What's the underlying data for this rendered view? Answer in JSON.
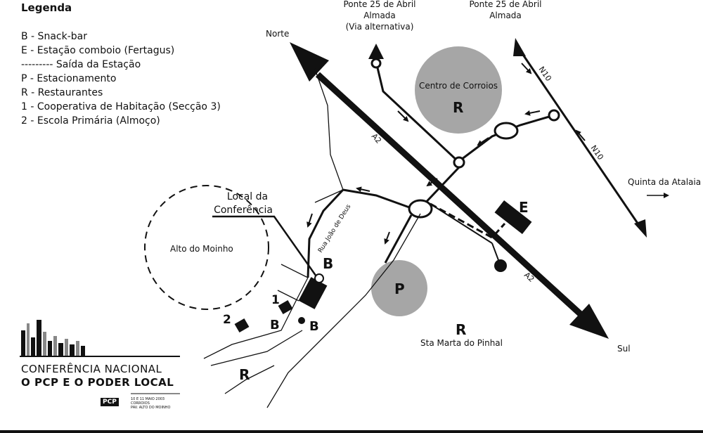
{
  "legend": {
    "title": "Legenda",
    "items": [
      "B - Snack-bar",
      "E - Estação comboio (Fertagus)",
      "--------- Saída da Estação",
      "P - Estacionamento",
      "R - Restaurantes",
      "1 - Cooperativa de Habitação (Secção 3)",
      "2 - Escola Primária (Almoço)"
    ]
  },
  "labels": {
    "norte": "Norte",
    "sul": "Sul",
    "ponte1_l1": "Ponte 25 de Abril",
    "ponte1_l2": "Almada",
    "ponte1_l3": "(Via alternativa)",
    "ponte2_l1": "Ponte 25 de Abril",
    "ponte2_l2": "Almada",
    "centro": "Centro de Corroios",
    "quinta": "Quinta da Atalaia",
    "local_l1": "Local da",
    "local_l2": "Conferência",
    "alto": "Alto do Moinho",
    "rua": "Rua João de Deus",
    "sta_marta": "Sta Marta do Pinhal",
    "a2_upper": "A2",
    "a2_lower": "A2",
    "n10_upper": "N10",
    "n10_lower": "N10"
  },
  "markers": {
    "r": "R",
    "p": "P",
    "e": "E",
    "b": "B",
    "one": "1",
    "two": "2"
  },
  "conference": {
    "line1": "CONFERÊNCIA NACIONAL",
    "line2": "O PCP E O PODER LOCAL",
    "badge": "PCP",
    "date": "10 E 11 MAIO 2003",
    "place1": "CORROIOS",
    "place2": "PAV. ALTO DO MOINHO"
  },
  "colors": {
    "road": "#111111",
    "circle_fill": "#a6a6a6"
  }
}
